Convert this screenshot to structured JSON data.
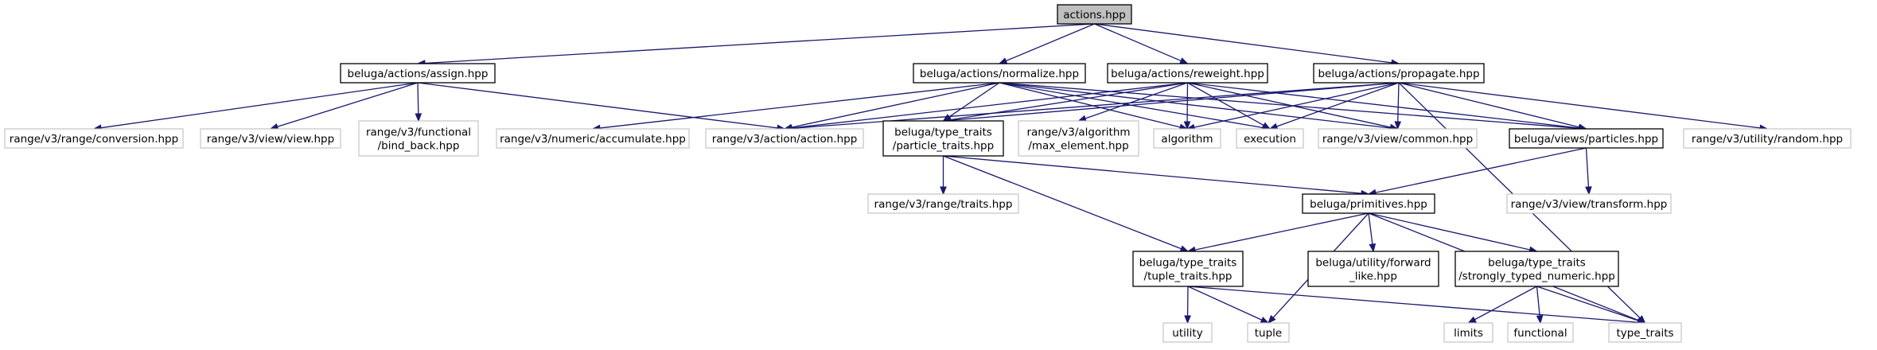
{
  "diagram": {
    "type": "include-dependency-graph",
    "edge_color": "#191970",
    "root_fill": "#bfbfbf",
    "external_border": "#bfbfbf",
    "nodes": [
      {
        "id": "actions",
        "label": "actions.hpp",
        "kind": "root"
      },
      {
        "id": "assign",
        "label": "beluga/actions/assign.hpp",
        "kind": "project"
      },
      {
        "id": "normalize",
        "label": "beluga/actions/normalize.hpp",
        "kind": "project"
      },
      {
        "id": "reweight",
        "label": "beluga/actions/reweight.hpp",
        "kind": "project"
      },
      {
        "id": "propagate",
        "label": "beluga/actions/propagate.hpp",
        "kind": "project"
      },
      {
        "id": "conversion",
        "label": "range/v3/range/conversion.hpp",
        "kind": "external"
      },
      {
        "id": "viewview",
        "label": "range/v3/view/view.hpp",
        "kind": "external"
      },
      {
        "id": "bindback",
        "label": "range/v3/functional\n/bind_back.hpp",
        "kind": "external"
      },
      {
        "id": "accumulate",
        "label": "range/v3/numeric/accumulate.hpp",
        "kind": "external"
      },
      {
        "id": "action",
        "label": "range/v3/action/action.hpp",
        "kind": "external"
      },
      {
        "id": "particle_traits",
        "label": "beluga/type_traits\n/particle_traits.hpp",
        "kind": "project"
      },
      {
        "id": "max_element",
        "label": "range/v3/algorithm\n/max_element.hpp",
        "kind": "external"
      },
      {
        "id": "algorithm",
        "label": "algorithm",
        "kind": "external"
      },
      {
        "id": "execution",
        "label": "execution",
        "kind": "external"
      },
      {
        "id": "common",
        "label": "range/v3/view/common.hpp",
        "kind": "external"
      },
      {
        "id": "particles",
        "label": "beluga/views/particles.hpp",
        "kind": "project"
      },
      {
        "id": "random",
        "label": "range/v3/utility/random.hpp",
        "kind": "external"
      },
      {
        "id": "rtraits",
        "label": "range/v3/range/traits.hpp",
        "kind": "external"
      },
      {
        "id": "primitives",
        "label": "beluga/primitives.hpp",
        "kind": "project"
      },
      {
        "id": "transform",
        "label": "range/v3/view/transform.hpp",
        "kind": "external"
      },
      {
        "id": "tuple_traits",
        "label": "beluga/type_traits\n/tuple_traits.hpp",
        "kind": "project"
      },
      {
        "id": "forward_like",
        "label": "beluga/utility/forward\n_like.hpp",
        "kind": "project"
      },
      {
        "id": "stn",
        "label": "beluga/type_traits\n/strongly_typed_numeric.hpp",
        "kind": "project"
      },
      {
        "id": "utility",
        "label": "utility",
        "kind": "external"
      },
      {
        "id": "tuple",
        "label": "tuple",
        "kind": "external"
      },
      {
        "id": "limits",
        "label": "limits",
        "kind": "external"
      },
      {
        "id": "functional",
        "label": "functional",
        "kind": "external"
      },
      {
        "id": "type_traits",
        "label": "type_traits",
        "kind": "external"
      }
    ],
    "edges": [
      [
        "actions",
        "assign"
      ],
      [
        "actions",
        "normalize"
      ],
      [
        "actions",
        "reweight"
      ],
      [
        "actions",
        "propagate"
      ],
      [
        "assign",
        "conversion"
      ],
      [
        "assign",
        "viewview"
      ],
      [
        "assign",
        "bindback"
      ],
      [
        "assign",
        "action"
      ],
      [
        "normalize",
        "accumulate"
      ],
      [
        "normalize",
        "action"
      ],
      [
        "normalize",
        "particle_traits"
      ],
      [
        "normalize",
        "algorithm"
      ],
      [
        "normalize",
        "execution"
      ],
      [
        "normalize",
        "common"
      ],
      [
        "normalize",
        "particles"
      ],
      [
        "reweight",
        "action"
      ],
      [
        "reweight",
        "particle_traits"
      ],
      [
        "reweight",
        "max_element"
      ],
      [
        "reweight",
        "algorithm"
      ],
      [
        "reweight",
        "execution"
      ],
      [
        "reweight",
        "common"
      ],
      [
        "reweight",
        "particles"
      ],
      [
        "propagate",
        "action"
      ],
      [
        "propagate",
        "particle_traits"
      ],
      [
        "propagate",
        "algorithm"
      ],
      [
        "propagate",
        "execution"
      ],
      [
        "propagate",
        "common"
      ],
      [
        "propagate",
        "particles"
      ],
      [
        "propagate",
        "random"
      ],
      [
        "propagate",
        "type_traits"
      ],
      [
        "particle_traits",
        "rtraits"
      ],
      [
        "particle_traits",
        "primitives"
      ],
      [
        "particle_traits",
        "tuple_traits"
      ],
      [
        "particles",
        "primitives"
      ],
      [
        "particles",
        "transform"
      ],
      [
        "primitives",
        "tuple_traits"
      ],
      [
        "primitives",
        "forward_like"
      ],
      [
        "primitives",
        "stn"
      ],
      [
        "primitives",
        "tuple"
      ],
      [
        "primitives",
        "type_traits"
      ],
      [
        "tuple_traits",
        "utility"
      ],
      [
        "tuple_traits",
        "tuple"
      ],
      [
        "tuple_traits",
        "type_traits"
      ],
      [
        "stn",
        "limits"
      ],
      [
        "stn",
        "functional"
      ],
      [
        "stn",
        "type_traits"
      ]
    ]
  }
}
